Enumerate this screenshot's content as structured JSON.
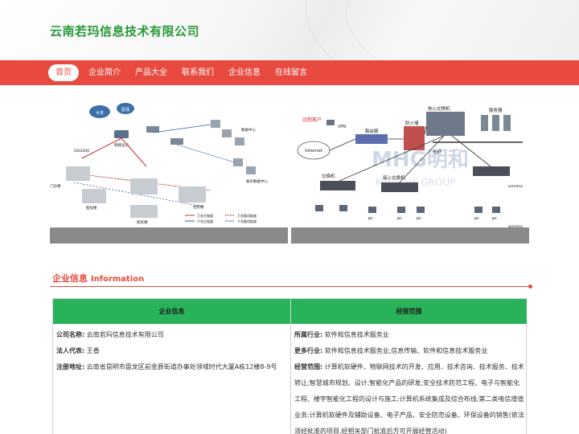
{
  "header": {
    "site_title": "云南若玛信息技术有限公司"
  },
  "nav": {
    "items": [
      {
        "label": "首页",
        "active": true
      },
      {
        "label": "企业简介",
        "active": false
      },
      {
        "label": "产品大全",
        "active": false
      },
      {
        "label": "联系我们",
        "active": false
      },
      {
        "label": "企业信息",
        "active": false
      },
      {
        "label": "在线留言",
        "active": false
      }
    ]
  },
  "banners": {
    "left": {
      "labels": {
        "cloud1": "水省",
        "cloud2": "医保",
        "core": "网络出口",
        "ids": "IDS2000",
        "data_center": "数据中心",
        "backup_center": "备份数据中心",
        "outpatient": "门诊楼",
        "inpatient": "住院楼",
        "medical_tech": "医技楼",
        "ward": "病房楼",
        "legend1": "万兆主链路",
        "legend2": "千兆主链路",
        "legend3": "万兆备用链路",
        "legend4": "千兆备用链路"
      }
    },
    "right": {
      "labels": {
        "remote_client": "远程客户",
        "vpn": "VPN",
        "internet": "Internet",
        "router": "路由器",
        "firewall": "防火墙",
        "core_switch": "核心交换机",
        "server": "服务器",
        "fiber": "光纤",
        "switch": "交换机",
        "access_switch": "接入交换机",
        "pc": "pc",
        "wireless": "wireless",
        "watermark": "MHG明和",
        "watermark_sub": "MING HE GROUP"
      }
    }
  },
  "section": {
    "title_cn": "企业信息",
    "title_en": "Information"
  },
  "table": {
    "col1_header": "企业信息",
    "col2_header": "经营范围",
    "company_name_key": "公司名称:",
    "company_name_val": "云南若玛信息技术有限公司",
    "legal_rep_key": "法人代表:",
    "legal_rep_val": "王香",
    "address_key": "注册地址:",
    "address_val": "云南省昆明市盘龙区前金辰街道办事处领域时代大厦A栋12楼8-9号",
    "industry_key": "所属行业:",
    "industry_val": "软件和信息技术服务业",
    "more_industry_key": "更多行业:",
    "more_industry_val": "软件和信息技术服务业,信息传输、软件和信息技术服务业",
    "scope_key": "经营范围:",
    "scope_val": "计算机软硬件、物联网技术的开发、应用、技术咨询、技术服务、技术转让;智慧城市规划、设计;智能化产品的研发;安全技术防范工程、电子与智能化工程、楼宇智能化工程的设计与施工;计算机系统集成及综合布线;第二类电信增值业务;计算机软硬件及辅助设备、电子产品、安全防范设备、环保设备的销售(依法须经批准的项目,经相关部门批准后方可开展经营活动)"
  },
  "colors": {
    "brand_green": "#2a9a3a",
    "nav_red": "#e84a3f",
    "table_header_green": "#28b35a"
  }
}
